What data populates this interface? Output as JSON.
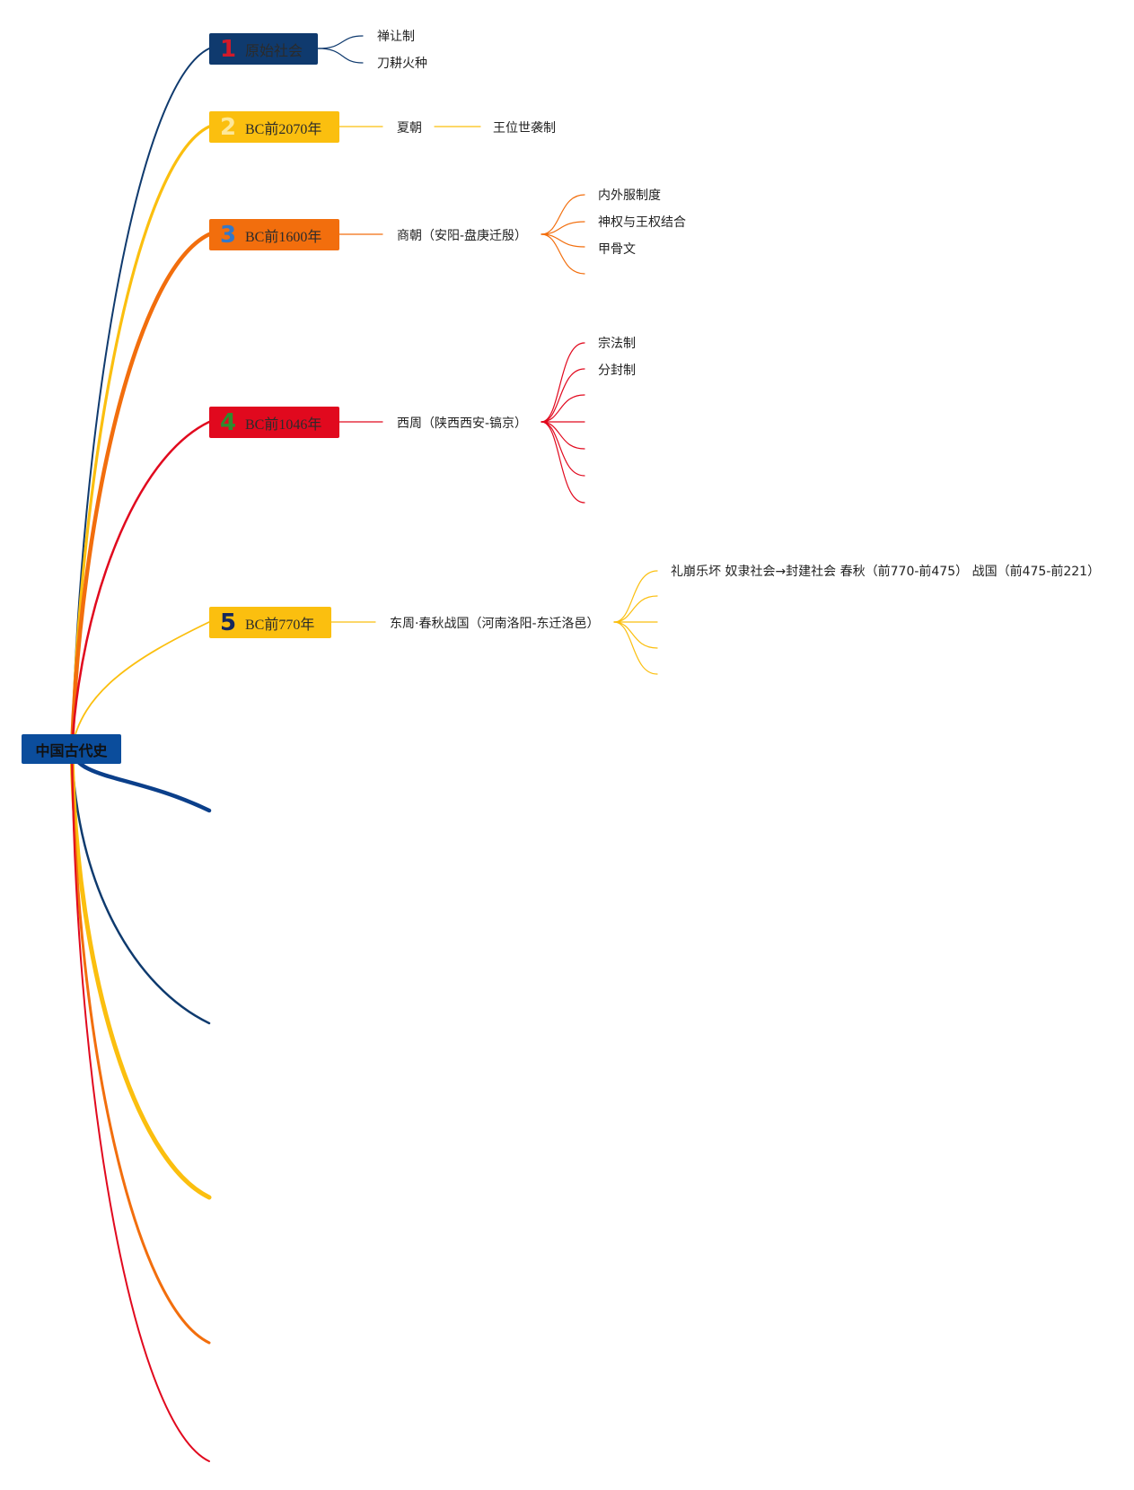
{
  "root": {
    "label": "中国古代史"
  },
  "periods": [
    {
      "num": "1",
      "label": "原始社会",
      "color": "#0f3a6e",
      "num_color": "#d11a2a",
      "children": [
        "禅让制",
        "刀耕火种"
      ]
    },
    {
      "num": "2",
      "label": "BC前2070年",
      "color": "#fbbf0f",
      "num_color": "#fde89a",
      "dynasty": "夏朝",
      "children": [
        "王位世袭制"
      ]
    },
    {
      "num": "3",
      "label": "BC前1600年",
      "color": "#f26e0d",
      "num_color": "#3478c8",
      "dynasty": "商朝（安阳-盘庚迁殷）",
      "children": [
        "内外服制度",
        "神权与王权结合",
        "甲骨文"
      ]
    },
    {
      "num": "4",
      "label": "BC前1046年",
      "color": "#e1091e",
      "num_color": "#2e8b2e",
      "dynasty": "西周（陕西西安-镐京）",
      "children": [
        "宗法制",
        "分封制"
      ]
    },
    {
      "num": "5",
      "label": "BC前770年",
      "color": "#fbbf0f",
      "num_color": "#15285c",
      "dynasty": "东周·春秋战国（河南洛阳-东迁洛邑）",
      "children": [
        "礼崩乐坏 奴隶社会→封建社会 春秋（前770-前475） 战国（前475-前221）"
      ]
    }
  ],
  "lower_branch_colors": [
    "#0b3f8a",
    "#0e3a6e",
    "#fbbf0f",
    "#f26e0d",
    "#e1091e"
  ]
}
